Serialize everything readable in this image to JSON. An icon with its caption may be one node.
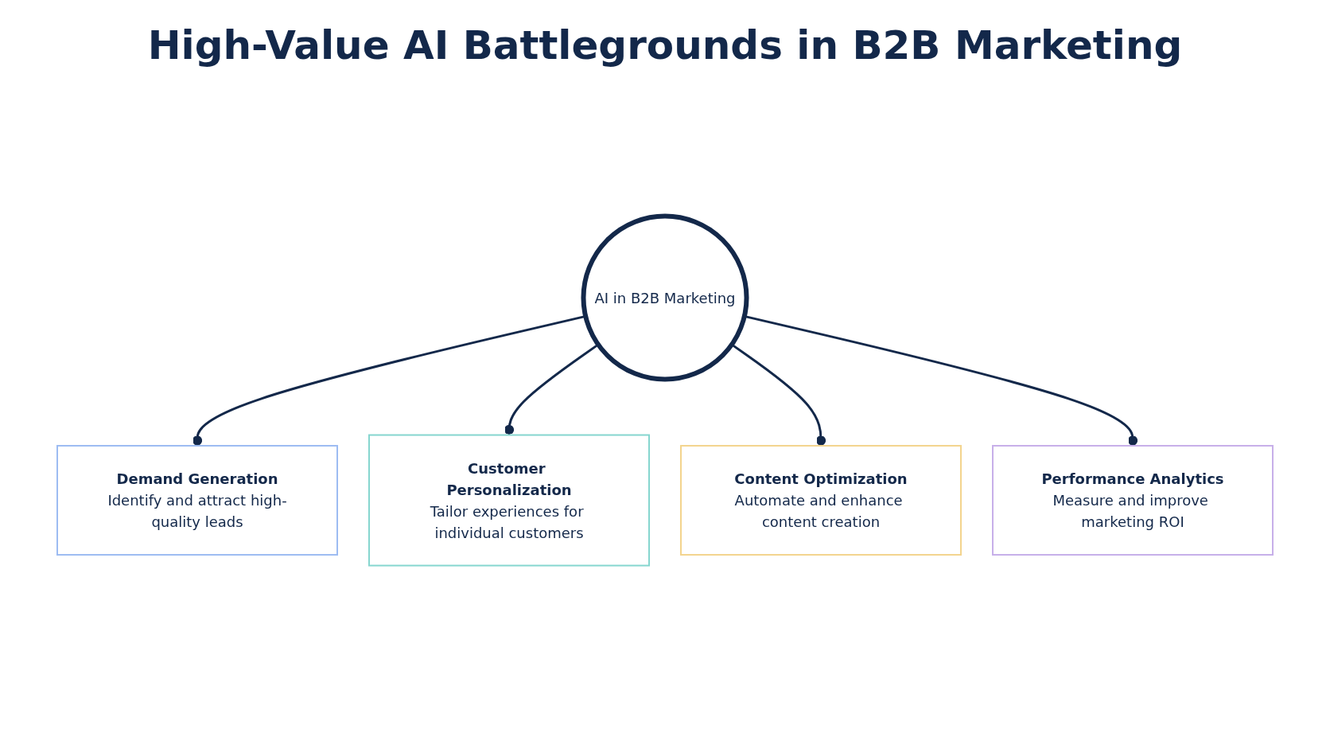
{
  "diagram": {
    "title": "High-Value AI Battlegrounds in B2B Marketing",
    "nodes": [
      {
        "text": [
          "AI in B2B Marketing"
        ]
      },
      {
        "text": [
          "Demand Generation",
          "Identify and attract high-quality leads"
        ]
      },
      {
        "text": [
          "Customer Personalization",
          "Tailor experiences for individual customers"
        ]
      },
      {
        "text": [
          "Content Optimization",
          "Automate and enhance content creation"
        ]
      },
      {
        "text": [
          "Performance Analytics",
          "Measure and improve marketing ROI"
        ]
      }
    ],
    "edges": [
      {
        "from": 0,
        "to": 1,
        "arrow": "other"
      },
      {
        "from": 0,
        "to": 2,
        "arrow": "other"
      },
      {
        "from": 0,
        "to": 3,
        "arrow": "other"
      },
      {
        "from": 0,
        "to": 4,
        "arrow": "other"
      }
    ]
  }
}
